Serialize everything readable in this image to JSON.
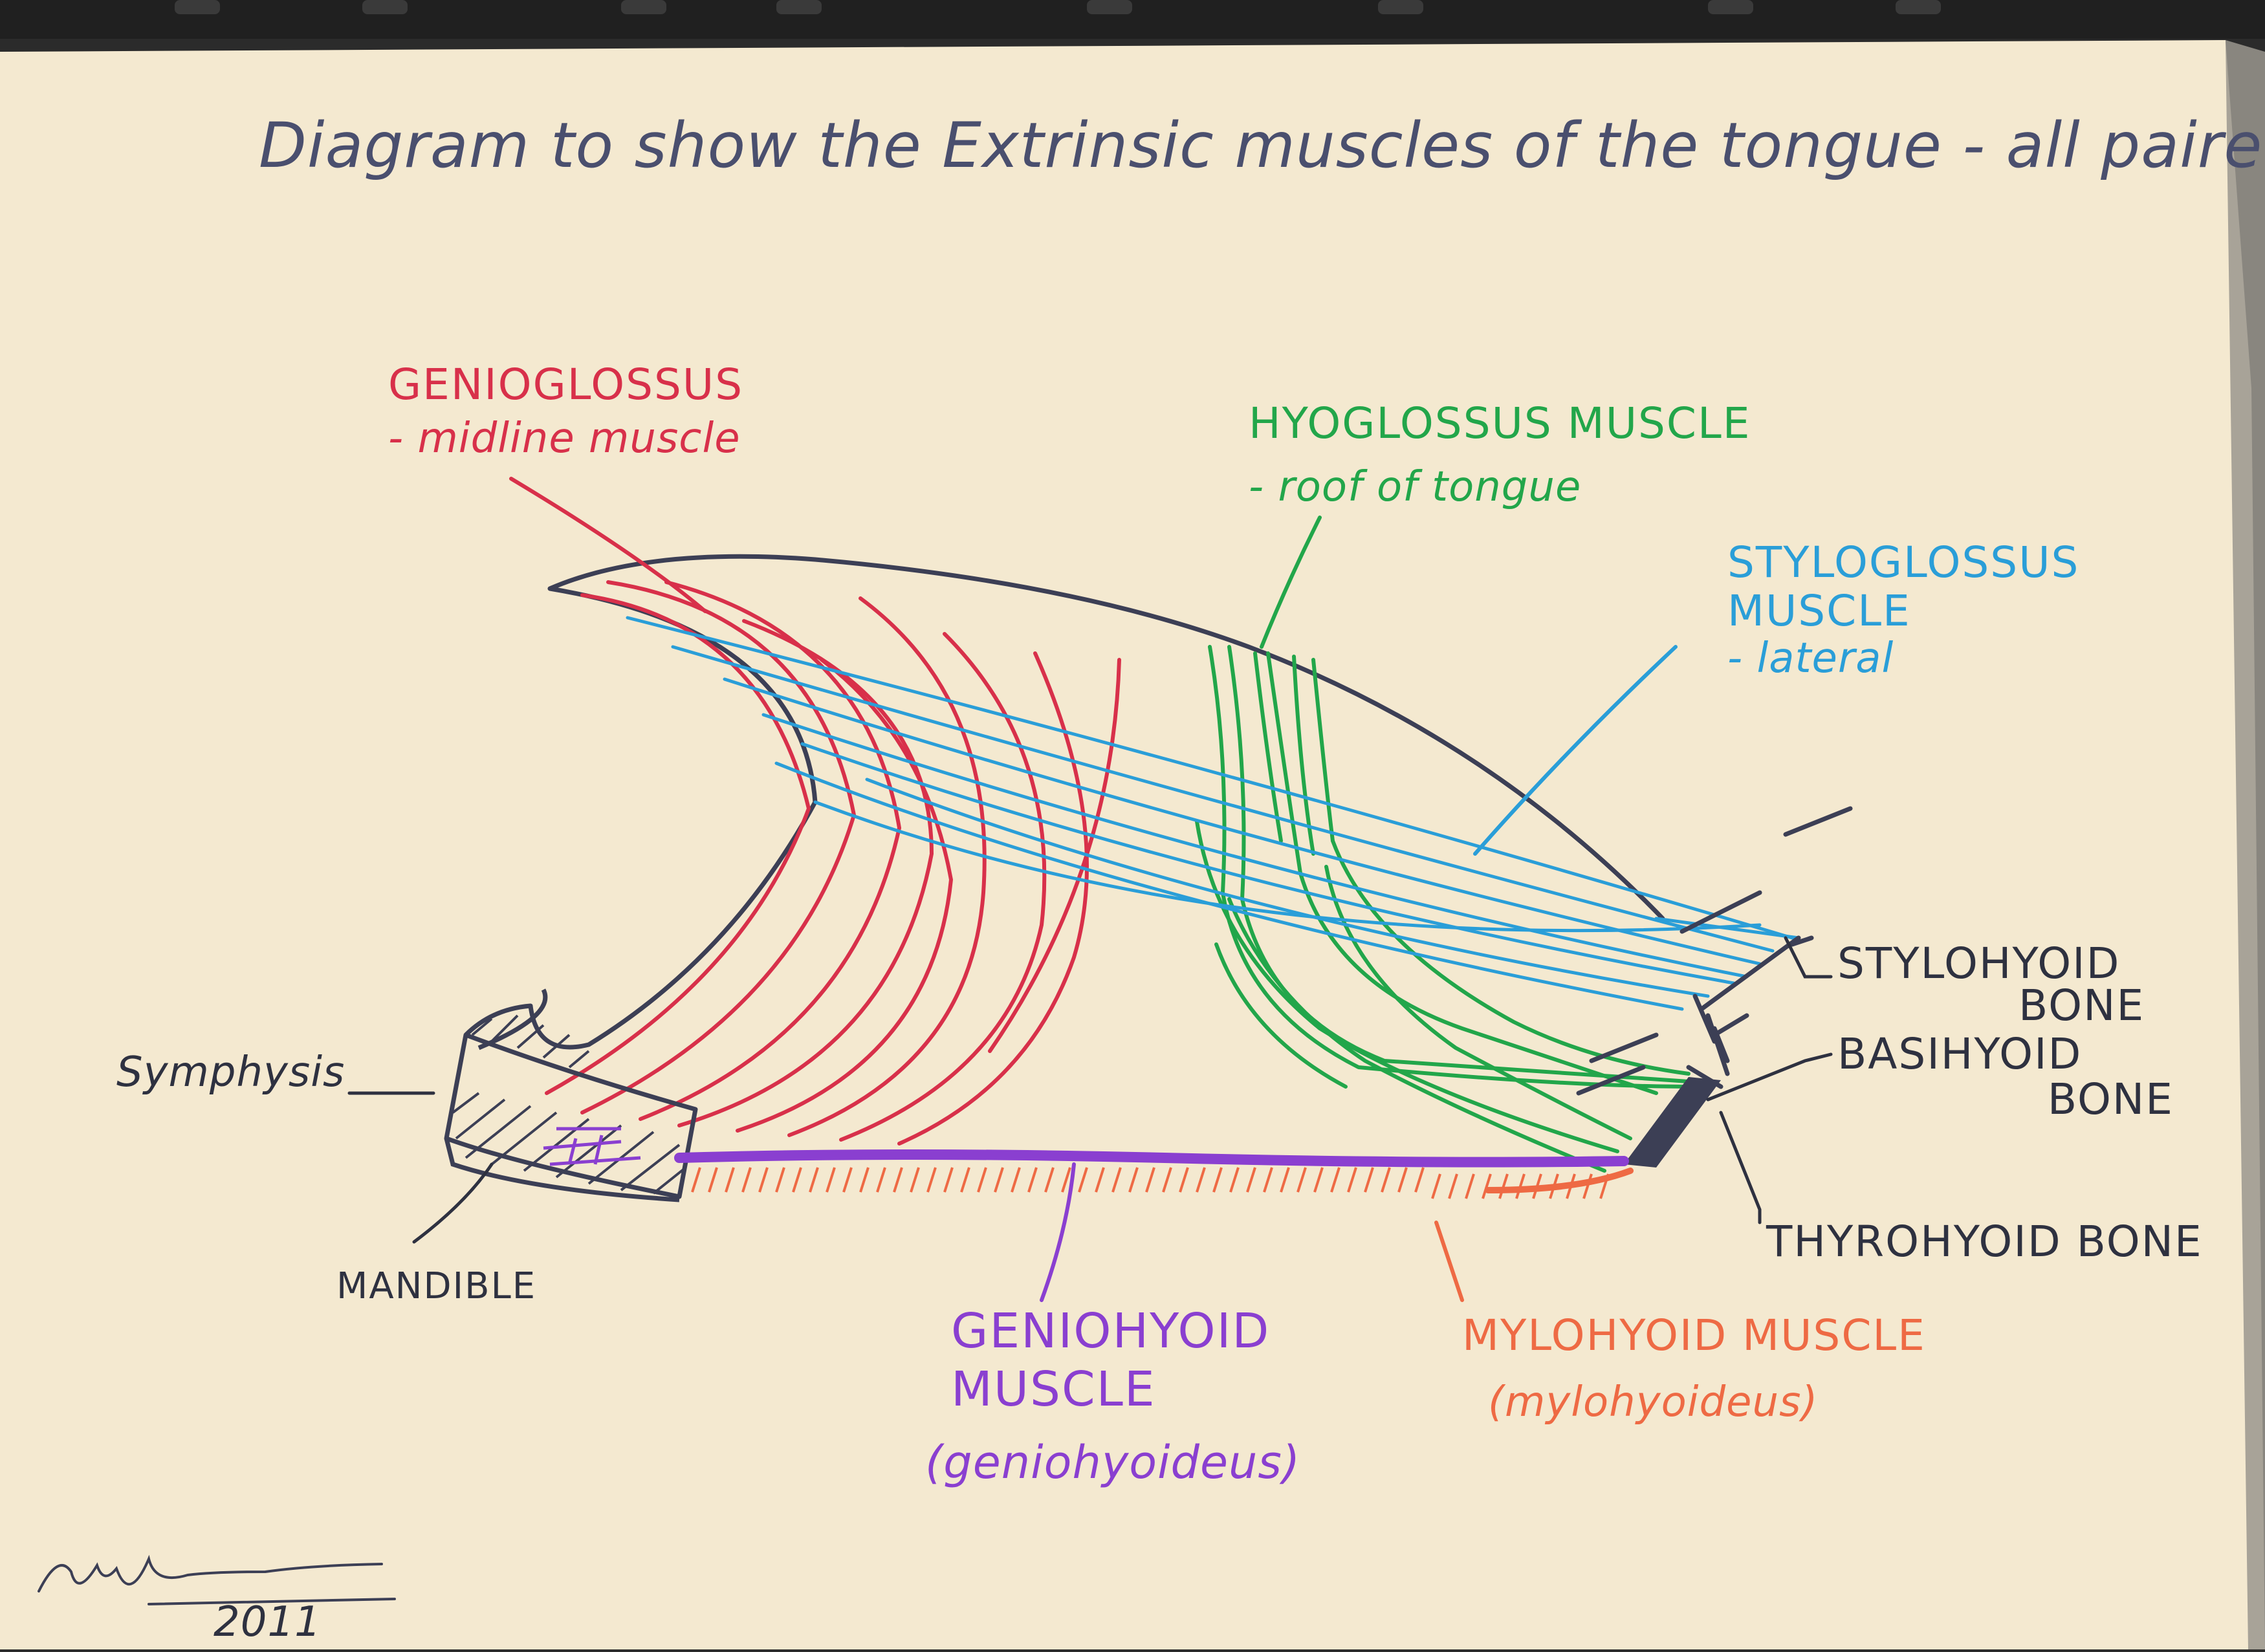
{
  "title": "Diagram to show the Extrinsic muscles of the tongue - all paired",
  "colors": {
    "paper": "#f4e9d0",
    "outline": "#3c3f55",
    "genioglossus": "#d8304a",
    "hyoglossus": "#22a64a",
    "styloglossus": "#2a9ed8",
    "geniohyoid": "#8a3fd0",
    "mylohyoid": "#ee6a44",
    "bone": "#2e3140"
  },
  "labels": {
    "genioglossus": {
      "name": "GENIOGLOSSUS",
      "note": "- midline muscle"
    },
    "hyoglossus": {
      "name": "HYOGLOSSUS MUSCLE",
      "note": "- roof of tongue"
    },
    "styloglossus": {
      "name_line1": "STYLOGLOSSUS",
      "name_line2": "MUSCLE",
      "note": "- lateral"
    },
    "stylohyoid": {
      "line1": "STYLOHYOID",
      "line2": "BONE"
    },
    "basihyoid": {
      "line1": "BASIHYOID",
      "line2": "BONE"
    },
    "thyrohyoid": "THYROHYOID BONE",
    "symphysis": "Symphysis",
    "mandible": "MANDIBLE",
    "geniohyoid": {
      "line1": "GENIOHYOID",
      "line2": "MUSCLE",
      "note": "(geniohyoideus)"
    },
    "mylohyoid": {
      "name": "MYLOHYOID MUSCLE",
      "note": "(mylohyoideus)"
    }
  },
  "signature": {
    "year": "2011"
  },
  "icons": {
    "signature": "handwritten-signature-icon"
  }
}
